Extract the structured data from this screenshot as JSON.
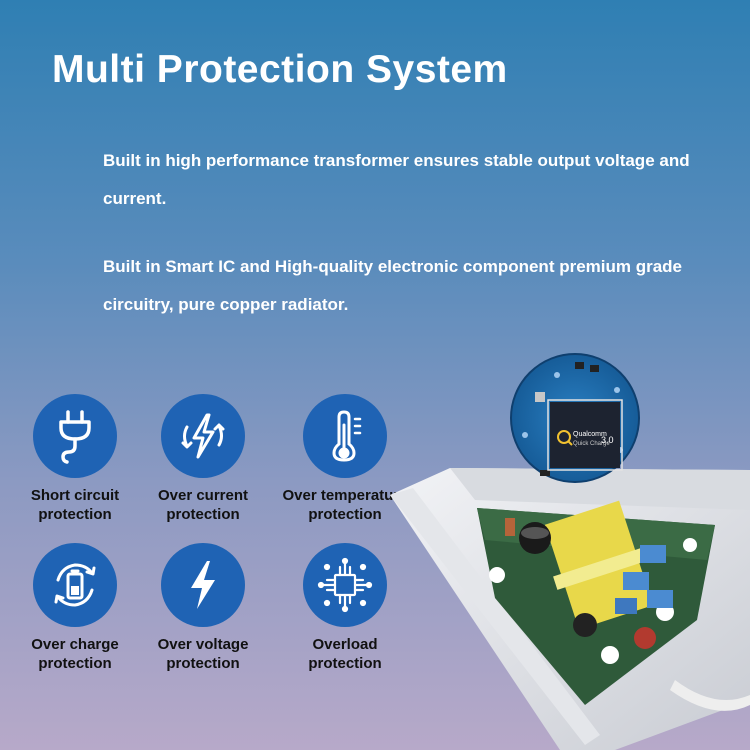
{
  "title": "Multi Protection System",
  "paragraphs": [
    "Built in high performance transformer ensures stable output voltage and current.",
    "Built in Smart IC and High-quality electronic component premium grade circuitry, pure copper radiator."
  ],
  "features": [
    {
      "label_line1": "Short circuit",
      "label_line2": "protection",
      "icon": "plug-icon"
    },
    {
      "label_line1": "Over current",
      "label_line2": "protection",
      "icon": "lightning-cycle-icon"
    },
    {
      "label_line1": "Over temperature",
      "label_line2": "protection",
      "icon": "thermometer-icon"
    },
    {
      "label_line1": "Over charge",
      "label_line2": "protection",
      "icon": "battery-cycle-icon"
    },
    {
      "label_line1": "Over voltage",
      "label_line2": "protection",
      "icon": "lightning-bolt-icon"
    },
    {
      "label_line1": "Overload",
      "label_line2": "protection",
      "icon": "circuit-icon"
    }
  ],
  "chip": {
    "brand": "Qualcomm",
    "line": "Quick Charge",
    "version": "3.0"
  },
  "colors": {
    "icon_circle": "#1f63b4",
    "label_text": "#111111",
    "heading_text": "#ffffff"
  }
}
